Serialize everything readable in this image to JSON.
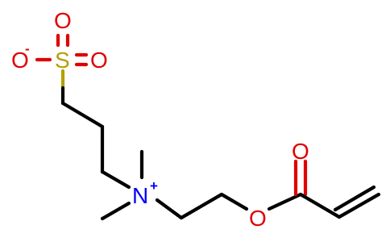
{
  "atoms": {
    "o_minus": "O",
    "o_minus_charge": "-",
    "s": "S",
    "o_top": "O",
    "o_right": "O",
    "n": "N",
    "n_charge": "+",
    "o_ester": "O",
    "o_carbonyl": "O"
  },
  "colors": {
    "oxygen": "#e00000",
    "sulfur": "#b3a000",
    "nitrogen": "#0000ff",
    "carbon_bond": "#000000"
  }
}
